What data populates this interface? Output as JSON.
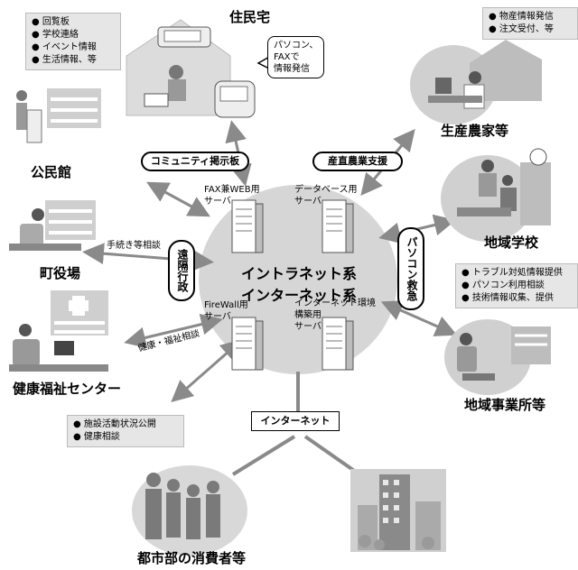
{
  "nodes": {
    "residence": "住民宅",
    "community_hall": "公民館",
    "town_office": "町役場",
    "health_center": "健康福祉センター",
    "producer": "生産農家等",
    "school": "地域学校",
    "business": "地域事業所等",
    "urban_consumer": "都市部の消費者等"
  },
  "center": {
    "line1": "イントラネット系",
    "line2": "インターネット系"
  },
  "servers": {
    "fax_web_l1": "FAX兼WEB用",
    "fax_web_l2": "サーバ",
    "db_l1": "データベース用",
    "db_l2": "サーバ",
    "firewall_l1": "FireWall用",
    "firewall_l2": "サーバ",
    "inet_env_l1": "インターネット環境",
    "inet_env_l2": "構築用",
    "inet_env_l3": "サーバ"
  },
  "pills": {
    "community_board": "コミュニティ掲示板",
    "direct_farm": "産直農業支援",
    "remote_admin": "遠隔行政",
    "pc_rescue": "パソコン救急"
  },
  "bubble": {
    "l1": "パソコン、",
    "l2": "FAXで",
    "l3": "情報発信"
  },
  "internet": "インターネット",
  "edge_labels": {
    "procedures": "手続き等相談",
    "health_welfare": "健康・福祉相談"
  },
  "info_boxes": {
    "community": [
      "回覧板",
      "学校連絡",
      "イベント情報",
      "生活情報、等"
    ],
    "producer": [
      "物産情報発信",
      "注文受付、等"
    ],
    "business": [
      "トラブル対処情報提供",
      "パソコン利用相談",
      "技術情報収集、提供"
    ],
    "consumer": [
      "施設活動状況公開",
      "健康相談"
    ]
  }
}
